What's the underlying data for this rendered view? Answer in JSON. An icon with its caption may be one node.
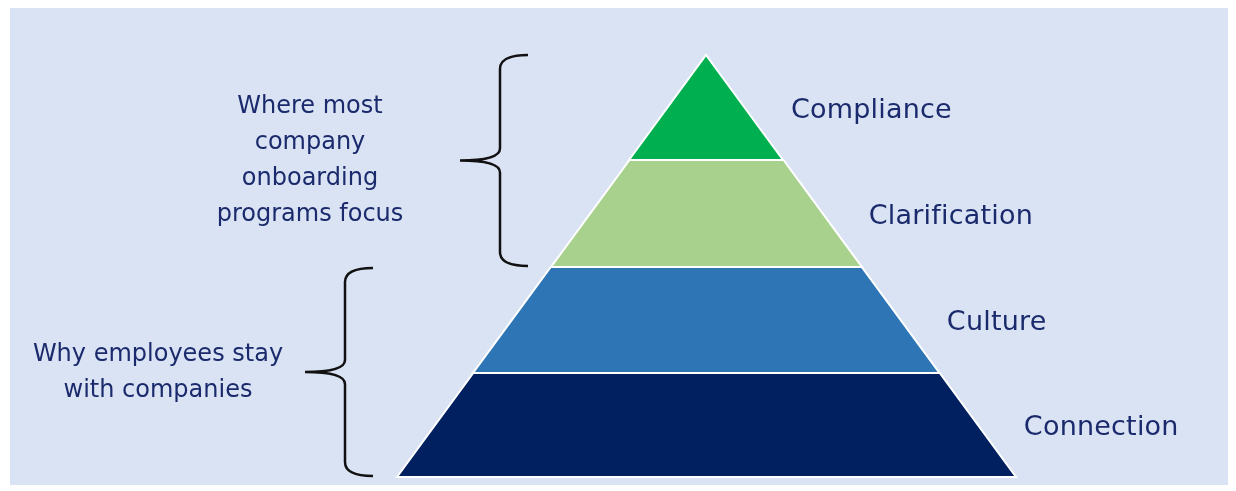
{
  "diagram": {
    "nodes": [
      {
        "text": [],
        "shape": "triangle",
        "beside": [
          "Compliance"
        ]
      },
      {
        "text": [],
        "shape": "trapezoid",
        "beside": [
          "Clarification"
        ]
      },
      {
        "text": [],
        "shape": "trapezoid",
        "beside": [
          "Culture"
        ]
      },
      {
        "text": [],
        "shape": "trapezoid",
        "beside": [
          "Connection"
        ]
      }
    ],
    "labels": [
      "Where most company onboarding programs focus",
      "Why employees stay with companies"
    ]
  }
}
